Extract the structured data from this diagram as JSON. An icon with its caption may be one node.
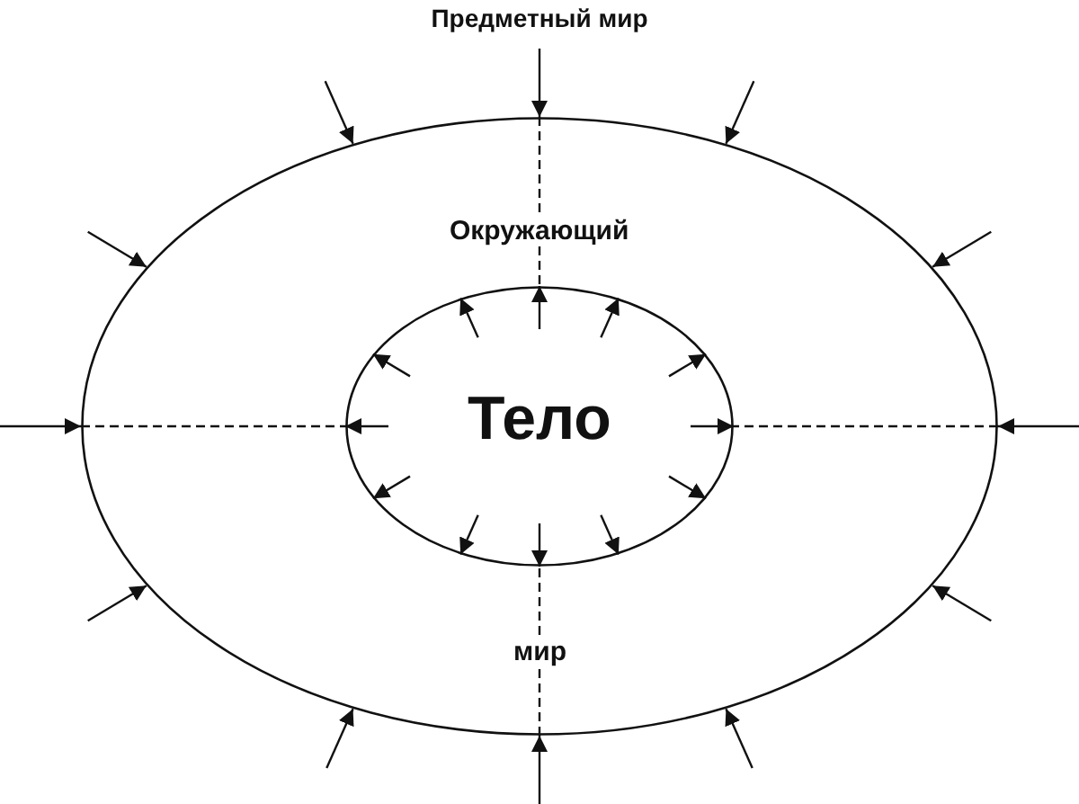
{
  "diagram": {
    "title": "Предметный мир",
    "nodes": [
      {
        "text": [
          "Окружающий",
          "мир"
        ]
      },
      {
        "text": [
          "Тело"
        ],
        "in": 0
      }
    ],
    "edges": [
      {
        "from": null,
        "to": 0,
        "arrow": "to"
      },
      {
        "from": null,
        "to": 0,
        "arrow": "to"
      },
      {
        "from": null,
        "to": 0,
        "arrow": "to"
      },
      {
        "from": null,
        "to": 0,
        "arrow": "to"
      },
      {
        "from": null,
        "to": 0,
        "arrow": "to"
      },
      {
        "from": null,
        "to": 0,
        "arrow": "to"
      },
      {
        "from": null,
        "to": 0,
        "arrow": "to"
      },
      {
        "from": null,
        "to": 0,
        "arrow": "to"
      },
      {
        "from": null,
        "to": 0,
        "arrow": "to"
      },
      {
        "from": null,
        "to": 0,
        "arrow": "to"
      },
      {
        "from": null,
        "to": 0,
        "arrow": "to"
      },
      {
        "from": null,
        "to": 0,
        "arrow": "to"
      },
      {
        "from": null,
        "to": 1,
        "arrow": "to"
      },
      {
        "from": null,
        "to": 1,
        "arrow": "to"
      },
      {
        "from": null,
        "to": 1,
        "arrow": "to"
      },
      {
        "from": null,
        "to": 1,
        "arrow": "to"
      },
      {
        "from": null,
        "to": 1,
        "arrow": "to"
      },
      {
        "from": null,
        "to": 1,
        "arrow": "to"
      },
      {
        "from": null,
        "to": 1,
        "arrow": "to"
      },
      {
        "from": null,
        "to": 1,
        "arrow": "to"
      },
      {
        "from": null,
        "to": 1,
        "arrow": "to"
      },
      {
        "from": null,
        "to": 1,
        "arrow": "to"
      },
      {
        "from": null,
        "to": 1,
        "arrow": "to"
      },
      {
        "from": null,
        "to": 1,
        "arrow": "to"
      },
      {
        "from": 0,
        "to": 1,
        "arrow": "none",
        "style": "dashed"
      },
      {
        "from": 0,
        "to": 1,
        "arrow": "none",
        "style": "dashed"
      },
      {
        "from": 0,
        "to": 1,
        "arrow": "none",
        "style": "dashed"
      },
      {
        "from": 0,
        "to": 1,
        "arrow": "none",
        "style": "dashed"
      }
    ]
  }
}
